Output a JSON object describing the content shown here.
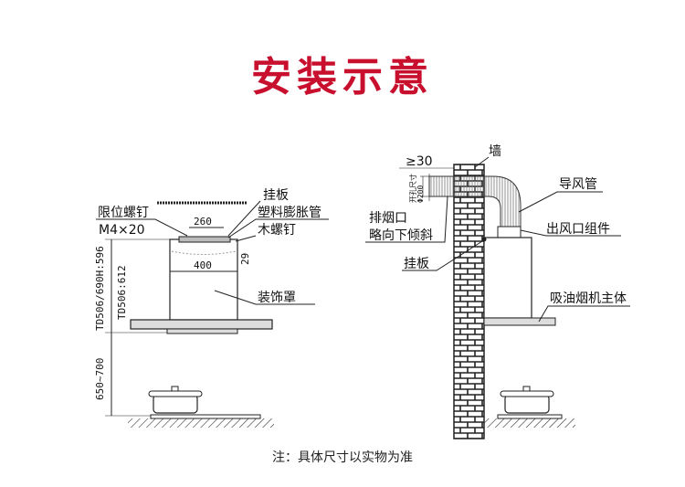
{
  "title": "安装示意",
  "note": "注：具体尺寸以实物为准",
  "colors": {
    "title": "#c8102e"
  },
  "left_diagram": {
    "hanger_plate": "挂板",
    "limit_screw": "限位螺钉",
    "limit_screw_spec": "M4×20",
    "plastic_anchor": "塑料膨胀管",
    "wood_screw": "木螺钉",
    "decorative_cover": "装饰罩",
    "dim_260": "260",
    "dim_400": "400",
    "dim_29": "29",
    "dim_height_a": "TD506/690H:596",
    "dim_height_b": "TD506:612",
    "dim_clearance": "650~700"
  },
  "right_diagram": {
    "wall": "墙",
    "gap": "≥30",
    "hole_size": "开孔尺寸",
    "hole_dia": "Φ200",
    "duct": "导风管",
    "exhaust_1": "排烟口",
    "exhaust_2": "略向下倾斜",
    "outlet": "出风口组件",
    "hanger_plate": "挂板",
    "main_body": "吸油烟机主体"
  }
}
